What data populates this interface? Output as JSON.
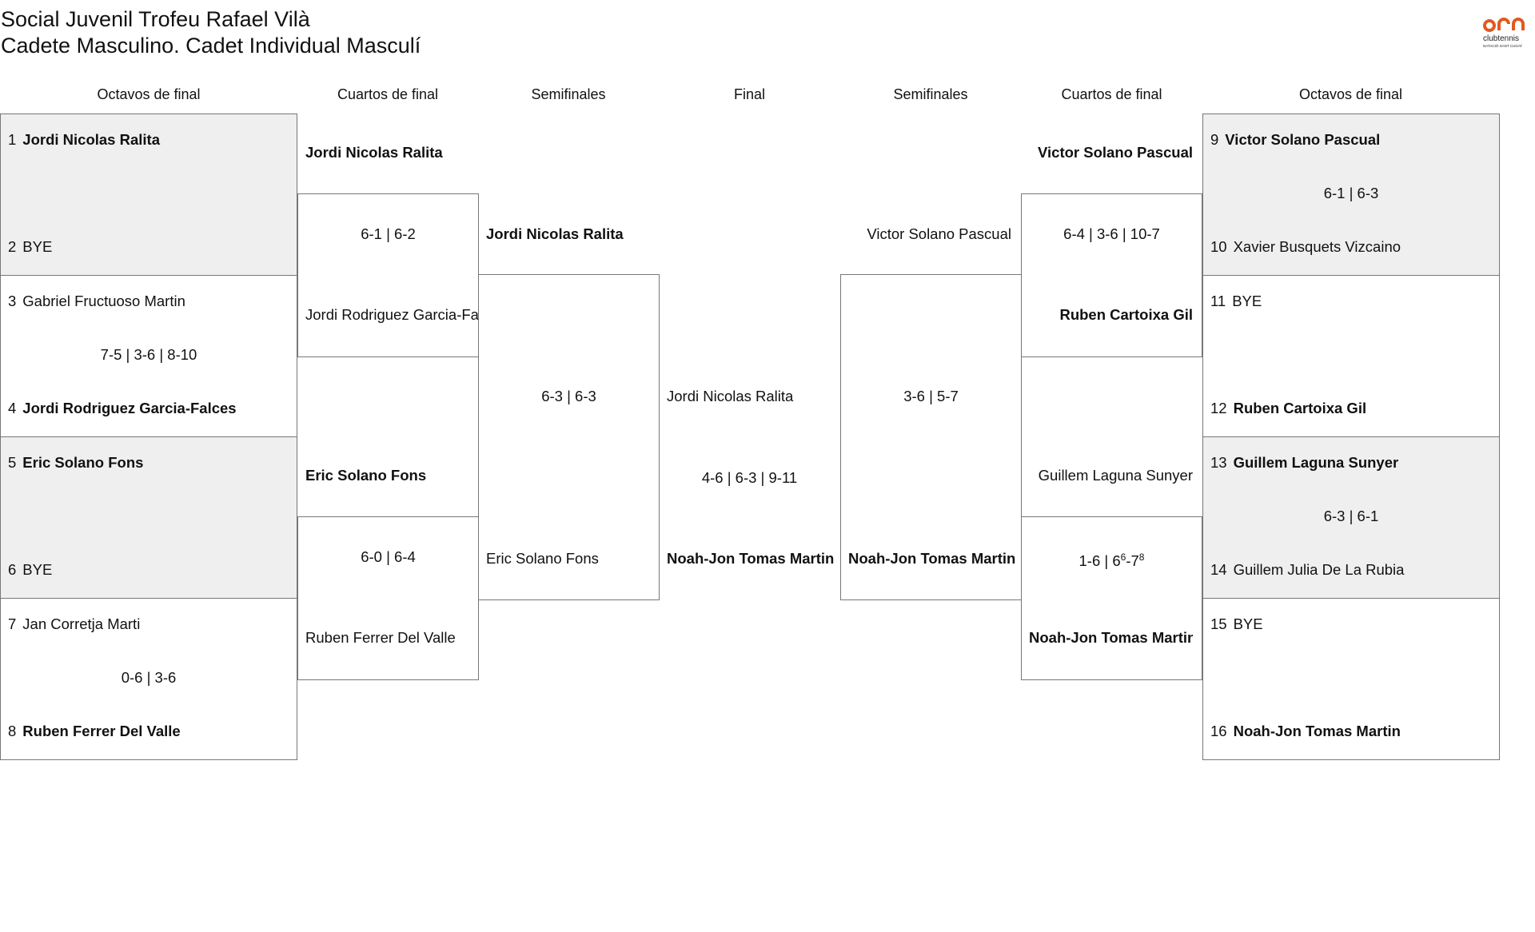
{
  "header": {
    "title_line1": "Social Juvenil Trofeu Rafael Vilà",
    "title_line2": "Cadete Masculino. Cadet Individual Masculí",
    "logo_text": "clubtennis",
    "logo_subtext": "NATACIÓ SANT CUGAT",
    "accent_color": "#e05a1e"
  },
  "rounds": [
    "Octavos de final",
    "Cuartos de final",
    "Semifinales",
    "Final",
    "Semifinales",
    "Cuartos de final",
    "Octavos de final"
  ],
  "left_r16": [
    {
      "p1": {
        "seed": "1",
        "name": "Jordi Nicolas Ralita",
        "winner": true
      },
      "p2": {
        "seed": "2",
        "name": "BYE",
        "winner": false
      },
      "score": "",
      "shaded": true
    },
    {
      "p1": {
        "seed": "3",
        "name": "Gabriel Fructuoso Martin",
        "winner": false
      },
      "p2": {
        "seed": "4",
        "name": "Jordi Rodriguez Garcia-Falces",
        "winner": true
      },
      "score": "7-5 | 3-6 | 8-10",
      "shaded": false
    },
    {
      "p1": {
        "seed": "5",
        "name": "Eric Solano Fons",
        "winner": true
      },
      "p2": {
        "seed": "6",
        "name": "BYE",
        "winner": false
      },
      "score": "",
      "shaded": true
    },
    {
      "p1": {
        "seed": "7",
        "name": "Jan Corretja Marti",
        "winner": false
      },
      "p2": {
        "seed": "8",
        "name": "Ruben Ferrer Del Valle",
        "winner": true
      },
      "score": "0-6 | 3-6",
      "shaded": false
    }
  ],
  "right_r16": [
    {
      "p1": {
        "seed": "9",
        "name": "Victor Solano Pascual",
        "winner": true
      },
      "p2": {
        "seed": "10",
        "name": "Xavier Busquets Vizcaino",
        "winner": false
      },
      "score": "6-1 | 6-3",
      "shaded": true
    },
    {
      "p1": {
        "seed": "11",
        "name": "BYE",
        "winner": false
      },
      "p2": {
        "seed": "12",
        "name": "Ruben Cartoixa Gil",
        "winner": true
      },
      "score": "",
      "shaded": false
    },
    {
      "p1": {
        "seed": "13",
        "name": "Guillem Laguna Sunyer",
        "winner": true
      },
      "p2": {
        "seed": "14",
        "name": "Guillem Julia De La Rubia",
        "winner": false
      },
      "score": "6-3 | 6-1",
      "shaded": true
    },
    {
      "p1": {
        "seed": "15",
        "name": "BYE",
        "winner": false
      },
      "p2": {
        "seed": "16",
        "name": "Noah-Jon Tomas Martin",
        "winner": true
      },
      "score": "",
      "shaded": false
    }
  ],
  "left_qf": [
    {
      "p1": {
        "name": "Jordi Nicolas Ralita",
        "winner": true
      },
      "p2": {
        "name": "Jordi Rodriguez Garcia-Falces",
        "winner": false
      },
      "score": "6-1 | 6-2"
    },
    {
      "p1": {
        "name": "Eric Solano Fons",
        "winner": true
      },
      "p2": {
        "name": "Ruben Ferrer Del Valle",
        "winner": false
      },
      "score": "6-0 | 6-4"
    }
  ],
  "right_qf": [
    {
      "p1": {
        "name": "Victor Solano Pascual",
        "winner": true
      },
      "p2": {
        "name": "Ruben Cartoixa Gil",
        "winner": true
      },
      "score": "6-4 | 3-6 | 10-7"
    },
    {
      "p1": {
        "name": "Guillem Laguna Sunyer",
        "winner": false
      },
      "p2": {
        "name": "Noah-Jon Tomas Martin",
        "winner": true
      },
      "score": "1-6 | 6",
      "score_sup1": "6",
      "score_mid": "-7",
      "score_sup2": "8"
    }
  ],
  "left_sf": {
    "p1": {
      "name": "Jordi Nicolas Ralita",
      "winner": true
    },
    "p2": {
      "name": "Eric Solano Fons",
      "winner": false
    },
    "score": "6-3 | 6-3"
  },
  "right_sf": {
    "p1": {
      "name": "Victor Solano Pascual",
      "winner": false
    },
    "p2": {
      "name": "Noah-Jon Tomas Martin",
      "winner": true
    },
    "score": "3-6 | 5-7"
  },
  "final": {
    "p1": {
      "name": "Jordi Nicolas Ralita",
      "winner": false
    },
    "p2": {
      "name": "Noah-Jon Tomas Martin",
      "winner": true
    },
    "score": "4-6 | 6-3 | 9-11"
  }
}
